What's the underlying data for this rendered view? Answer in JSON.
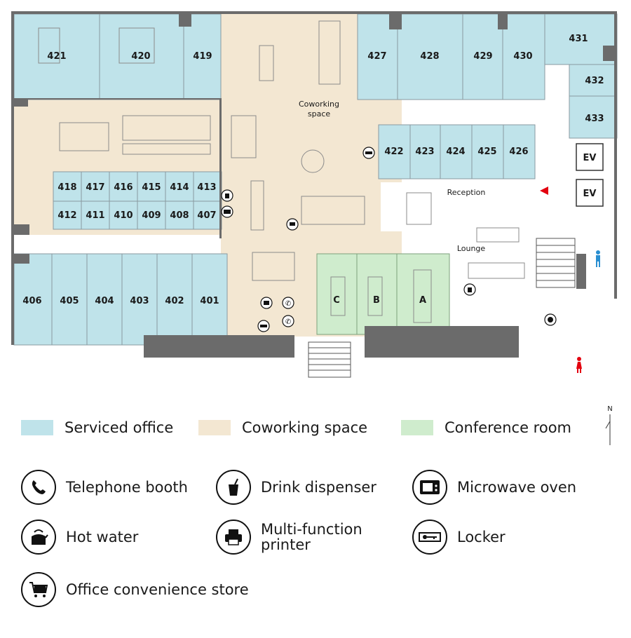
{
  "colors": {
    "serviced_office": "#bfe3ea",
    "coworking": "#f3e7d2",
    "conference": "#cfeccd",
    "wall": "#6b6b6b",
    "common": "#ffffff",
    "elevator": "#e7e7e7",
    "accent_red": "#e3000f",
    "accent_blue": "#2a8fd1"
  },
  "map": {
    "rooms_top": [
      "421",
      "420",
      "419",
      "427",
      "428",
      "429",
      "430",
      "431",
      "432",
      "433"
    ],
    "rooms_middle": [
      "418",
      "417",
      "416",
      "415",
      "414",
      "413",
      "412",
      "411",
      "410",
      "409",
      "408",
      "407"
    ],
    "rooms_east": [
      "422",
      "423",
      "424",
      "425",
      "426"
    ],
    "rooms_bottom": [
      "406",
      "405",
      "404",
      "403",
      "402",
      "401"
    ],
    "conference_rooms": [
      "C",
      "B",
      "A"
    ],
    "zone_labels": {
      "coworking_line1": "Coworking",
      "coworking_line2": "space",
      "reception": "Reception",
      "lounge": "Lounge"
    },
    "elevators": [
      "EV",
      "EV"
    ],
    "north": "N"
  },
  "legend": {
    "zones": [
      {
        "label": "Serviced office",
        "color": "#bfe3ea"
      },
      {
        "label": "Coworking space",
        "color": "#f3e7d2"
      },
      {
        "label": "Conference room",
        "color": "#cfeccd"
      }
    ],
    "icons": [
      {
        "label": "Telephone booth",
        "icon": "telephone-icon"
      },
      {
        "label": "Drink dispenser",
        "icon": "drink-dispenser-icon"
      },
      {
        "label": "Microwave oven",
        "icon": "microwave-icon"
      },
      {
        "label": "Hot water",
        "icon": "kettle-icon"
      },
      {
        "label": "Multi-function printer",
        "icon": "printer-icon"
      },
      {
        "label": "Locker",
        "icon": "locker-key-icon"
      },
      {
        "label": "Office convenience store",
        "icon": "shopping-cart-icon"
      }
    ]
  }
}
